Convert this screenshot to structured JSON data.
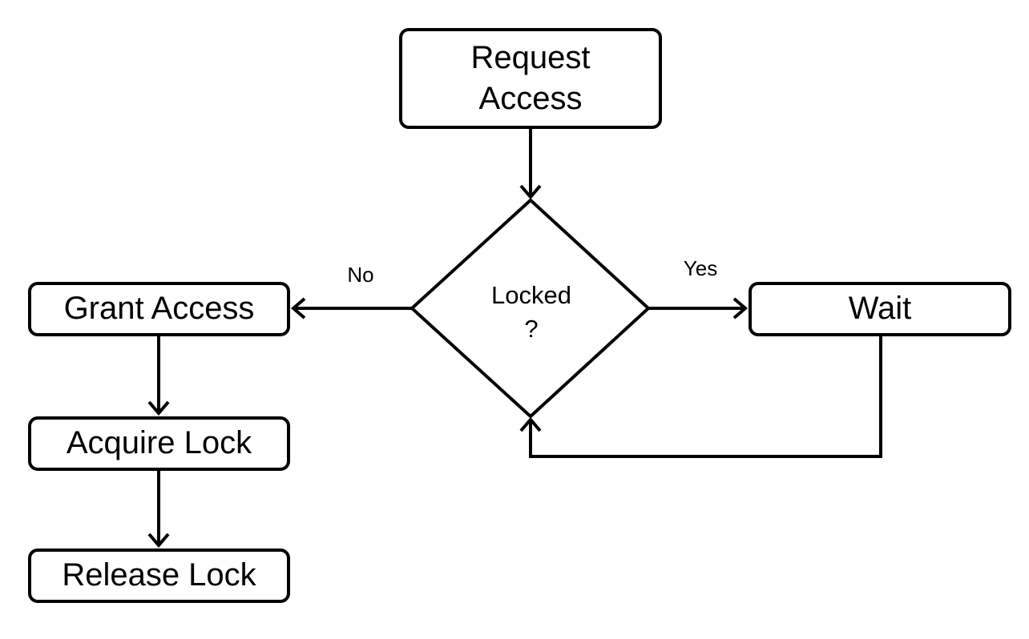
{
  "nodes": {
    "request": {
      "line1": "Request",
      "line2": "Access"
    },
    "decision": {
      "line1": "Locked",
      "line2": "?"
    },
    "grant": {
      "label": "Grant Access"
    },
    "wait": {
      "label": "Wait"
    },
    "acquire": {
      "label": "Acquire Lock"
    },
    "release": {
      "label": "Release Lock"
    }
  },
  "edges": {
    "no_label": "No",
    "yes_label": "Yes"
  },
  "colors": {
    "stroke": "#000000",
    "background": "#ffffff",
    "text": "#000000"
  }
}
